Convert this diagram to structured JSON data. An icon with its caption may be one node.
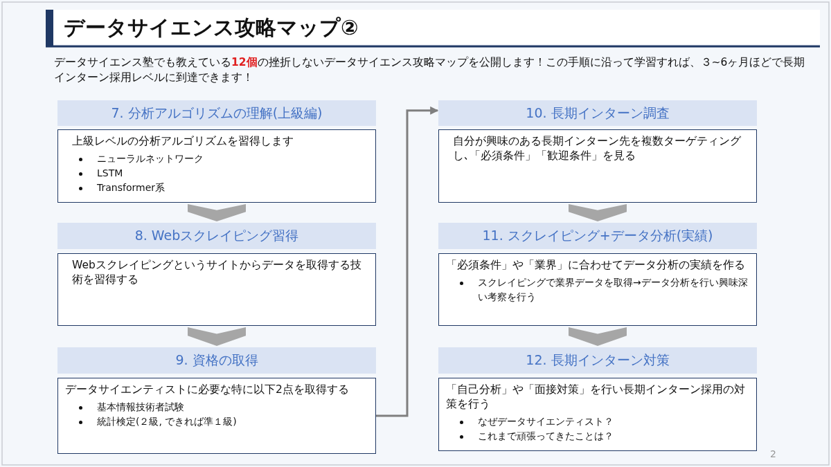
{
  "diagram": {
    "title": "データサイエンス攻略マップ②",
    "nodes": [
      {
        "text": [
          "7. 分析アルゴリズムの理解(上級編)"
        ]
      },
      {
        "text": [
          "上級レベルの分析アルゴリズムを習得します",
          "ニューラルネットワーク",
          "LSTM",
          "Transformer系"
        ]
      },
      {
        "text": [
          "8. Webスクレイピング習得"
        ]
      },
      {
        "text": [
          "Webスクレイピングというサイトからデータを取得する技術を習得する"
        ]
      },
      {
        "text": [
          "9. 資格の取得"
        ]
      },
      {
        "text": [
          "データサイエンティストに必要な特に以下2点を取得する",
          "基本情報技術者試験",
          "統計検定(２級, できれば準１級)"
        ]
      },
      {
        "text": [
          "10. 長期インターン調査"
        ]
      },
      {
        "text": [
          "自分が興味のある長期インターン先を複数ターゲティングし､「必須条件」「歓迎条件」を見る"
        ]
      },
      {
        "text": [
          "11. スクレイピング+データ分析(実績)"
        ]
      },
      {
        "text": [
          "「必須条件」や「業界」に合わせてデータ分析の実績を作る",
          "スクレイピングで業界データを取得→データ分析を行い興味深い考察を行う"
        ]
      },
      {
        "text": [
          "12. 長期インターン対策"
        ]
      },
      {
        "text": [
          "「自己分析」や「面接対策」を行い長期インターン採用の対策を行う",
          "なぜデータサイエンティスト？",
          "これまで頑張ってきたことは？"
        ]
      }
    ],
    "edges": [
      {
        "from": 1,
        "to": 2,
        "arrow": "to",
        "style": "thick"
      },
      {
        "from": 3,
        "to": 4,
        "arrow": "to",
        "style": "thick"
      },
      {
        "from": 5,
        "to": 6,
        "arrow": "to"
      },
      {
        "from": 7,
        "to": 8,
        "arrow": "to",
        "style": "thick"
      },
      {
        "from": 9,
        "to": 10,
        "arrow": "to",
        "style": "thick"
      }
    ],
    "labels": [
      "データサイエンス塾でも教えている**12個**の挫折しないデータサイエンス攻略マップを公開します！この手順に沿って学習すれば、３~6ヶ月ほどで長期インターン採用レベルに到達できます！",
      "2"
    ]
  }
}
